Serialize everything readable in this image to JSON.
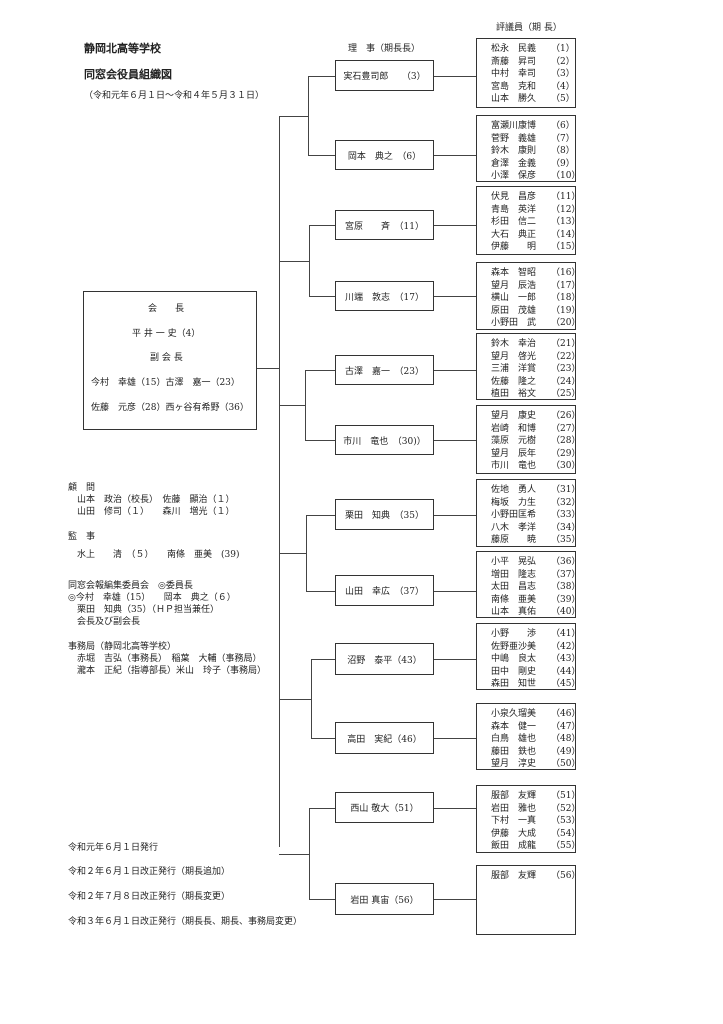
{
  "header": {
    "school": "静岡北高等学校",
    "title": "同窓会役員組織図",
    "period": "（令和元年６月１日～令和４年５月３１日）"
  },
  "president_box": {
    "president_label": "会　　長",
    "president": "平 井 一 史（4）",
    "vice_label": "副 会 長",
    "vice_row1": "今村　幸雄（15）古澤　嘉一（23）",
    "vice_row2": "佐藤　元彦（28）西ヶ谷有希野（36）"
  },
  "labels": {
    "directors": "理　事（期長長）",
    "councilors": "評議員（期 長）"
  },
  "directors": [
    "実石豊司郎　　（3）",
    "岡本　典之　（6）",
    "宮原　　斉　（11）",
    "川端　敦志　（17）",
    "古澤　嘉一　（23）",
    "市川　竜也　（30)）",
    "栗田　知典　（35）",
    "山田　幸広　（37）",
    "沼野　泰平（43）",
    "高田　実紀（46）",
    "西山 敬大（51）",
    "岩田 真宙（56）"
  ],
  "councilors": [
    [
      [
        "松永　民義",
        "（1）"
      ],
      [
        "斎藤　昇司",
        "（2）"
      ],
      [
        "中村　幸司",
        "（3）"
      ],
      [
        "宮島　克和",
        "（4）"
      ],
      [
        "山本　勝久",
        "（5）"
      ]
    ],
    [
      [
        "富瀬川康博",
        "（6）"
      ],
      [
        "菅野　義雄",
        "（7）"
      ],
      [
        "鈴木　康則",
        "（8）"
      ],
      [
        "倉澤　金義",
        "（9）"
      ],
      [
        "小澤　保彦",
        "（10）"
      ]
    ],
    [
      [
        "伏見　昌彦",
        "（11）"
      ],
      [
        "青島　英洋",
        "（12）"
      ],
      [
        "杉田　信二",
        "（13）"
      ],
      [
        "大石　典正",
        "（14）"
      ],
      [
        "伊藤　　明",
        "（15）"
      ]
    ],
    [
      [
        "森本　智昭",
        "（16）"
      ],
      [
        "望月　辰浩",
        "（17）"
      ],
      [
        "横山　一郎",
        "（18）"
      ],
      [
        "原田　茂雄",
        "（19）"
      ],
      [
        "小野田　武",
        "（20）"
      ]
    ],
    [
      [
        "鈴木　幸治",
        "（21）"
      ],
      [
        "望月　啓光",
        "（22）"
      ],
      [
        "三浦　洋賞",
        "（23）"
      ],
      [
        "佐藤　隆之",
        "（24）"
      ],
      [
        "植田　裕文",
        "（25）"
      ]
    ],
    [
      [
        "望月　康史",
        "（26）"
      ],
      [
        "岩崎　和博",
        "（27）"
      ],
      [
        "藻原　元樹",
        "（28）"
      ],
      [
        "望月　辰年",
        "（29）"
      ],
      [
        "市川　竜也",
        "（30）"
      ]
    ],
    [
      [
        "佐地　勇人",
        "（31）"
      ],
      [
        "梅坂　力生",
        "（32）"
      ],
      [
        "小野田匡希",
        "（33）"
      ],
      [
        "八木　孝洋",
        "（34）"
      ],
      [
        "藤原　　暁",
        "（35）"
      ]
    ],
    [
      [
        "小平　晃弘",
        "（36）"
      ],
      [
        "増田　隆志",
        "（37）"
      ],
      [
        "太田　昌志",
        "（38）"
      ],
      [
        "南條　亜美",
        "（39）"
      ],
      [
        "山本　真佑",
        "（40）"
      ]
    ],
    [
      [
        "小野　　渉",
        "（41）"
      ],
      [
        "佐野亜沙美",
        "（42）"
      ],
      [
        "中嶋　良太",
        "（43）"
      ],
      [
        "田中　剛史",
        "（44）"
      ],
      [
        "森田　知世",
        "（45）"
      ]
    ],
    [
      [
        "小泉久瑠美",
        "（46）"
      ],
      [
        "森本　健一",
        "（47）"
      ],
      [
        "白鳥　雄也",
        "（48）"
      ],
      [
        "藤田　鉄也",
        "（49）"
      ],
      [
        "望月　淳史",
        "（50）"
      ]
    ],
    [
      [
        "服部　友輝",
        "（51）"
      ],
      [
        "岩田　雅也",
        "（52）"
      ],
      [
        "下村　一真",
        "（53）"
      ],
      [
        "伊藤　大成",
        "（54）"
      ],
      [
        "飯田　成龍",
        "（55）"
      ]
    ],
    [
      [
        "服部　友輝",
        "（56）"
      ]
    ]
  ],
  "left_notes": [
    "顧　問",
    "　山本　政治（校長）　佐藤　顯治（１）",
    "　山田　修司（１）　　森川　増光（１）",
    "監　事",
    "　水上　　清　（５）　　南條　亜美　(39)",
    "同窓会報編集委員会　◎委員長",
    "◎今村　幸雄（15）　　岡本　典之（６）",
    "　栗田　知典（35）（ＨＰ担当兼任）",
    "　会長及び副会長",
    "事務局（静岡北高等学校）",
    "　赤堀　吉弘（事務長）　稲葉　大輔（事務局）",
    "　瀧本　正紀（指導部長）米山　玲子（事務局）"
  ],
  "history": [
    "令和元年６月１日発行",
    "令和２年６月１日改正発行（期長追加）",
    "令和２年７月８日改正発行（期長変更）",
    "令和３年６月１日改正発行（期長長、期長、事務局変更）"
  ]
}
